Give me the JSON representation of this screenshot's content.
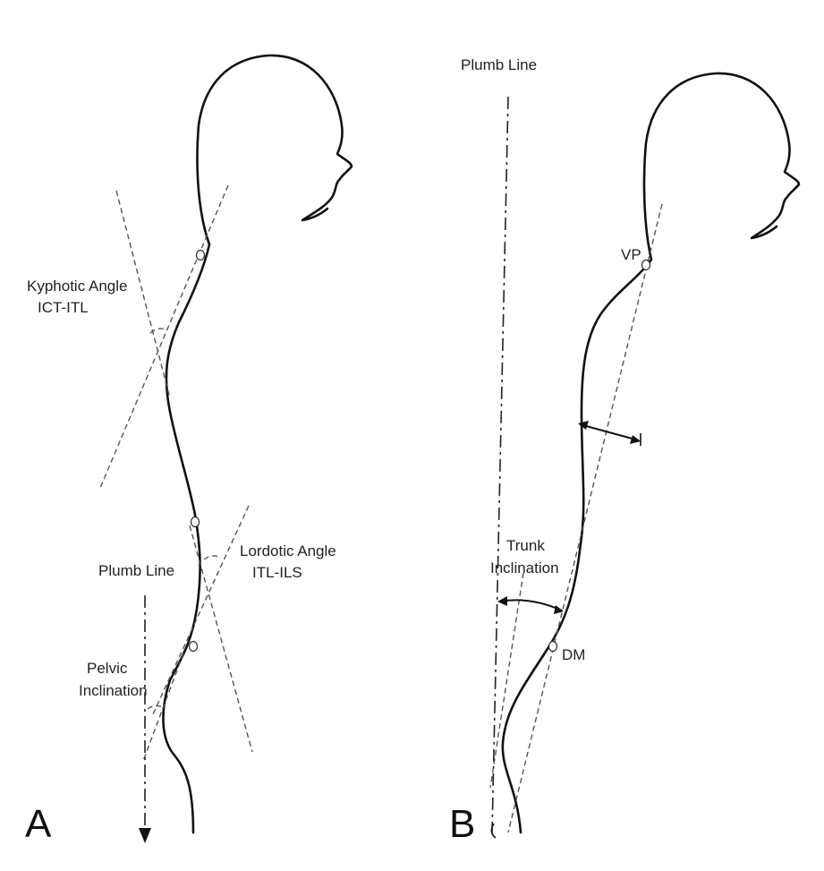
{
  "panel_a": {
    "letter": "A",
    "labels": {
      "kyphotic_line1": "Kyphotic Angle",
      "kyphotic_line2": "ICT-ITL",
      "lordotic_line1": "Lordotic Angle",
      "lordotic_line2": "ITL-ILS",
      "plumb_line": "Plumb Line",
      "pelvic_line1": "Pelvic",
      "pelvic_line2": "Inclination"
    }
  },
  "panel_b": {
    "letter": "B",
    "labels": {
      "plumb_line": "Plumb Line",
      "vp": "VP",
      "trunk_line1": "Trunk",
      "trunk_line2": "Inclination",
      "dm": "DM"
    }
  }
}
